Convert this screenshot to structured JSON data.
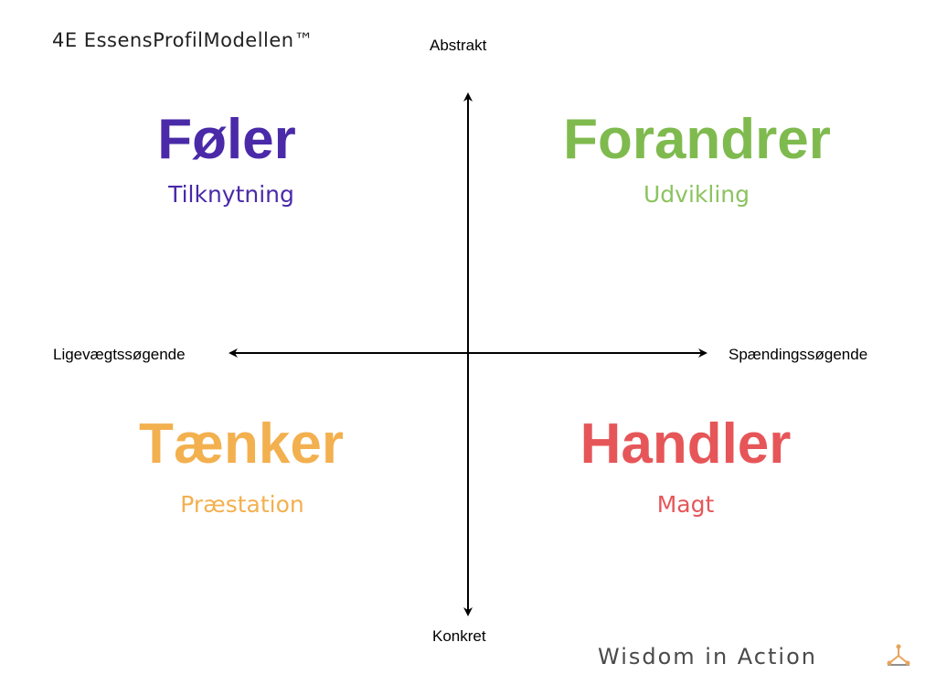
{
  "title": "4E EssensProfilModellen™",
  "axes": {
    "top": "Abstrakt",
    "bottom": "Konkret",
    "left": "Ligevægtssøgende",
    "right": "Spændingssøgende"
  },
  "quadrants": {
    "top_left": {
      "name": "Føler",
      "subtitle": "Tilknytning",
      "color": "#4a2aa8"
    },
    "top_right": {
      "name": "Forandrer",
      "subtitle": "Udvikling",
      "color": "#7fba4f",
      "subtitle_color": "#8cc35f"
    },
    "bottom_left": {
      "name": "Tænker",
      "subtitle": "Præstation",
      "color": "#f3b04f"
    },
    "bottom_right": {
      "name": "Handler",
      "subtitle": "Magt",
      "color": "#e65659"
    }
  },
  "footer": {
    "logo_text": "Wisdom in Action"
  }
}
